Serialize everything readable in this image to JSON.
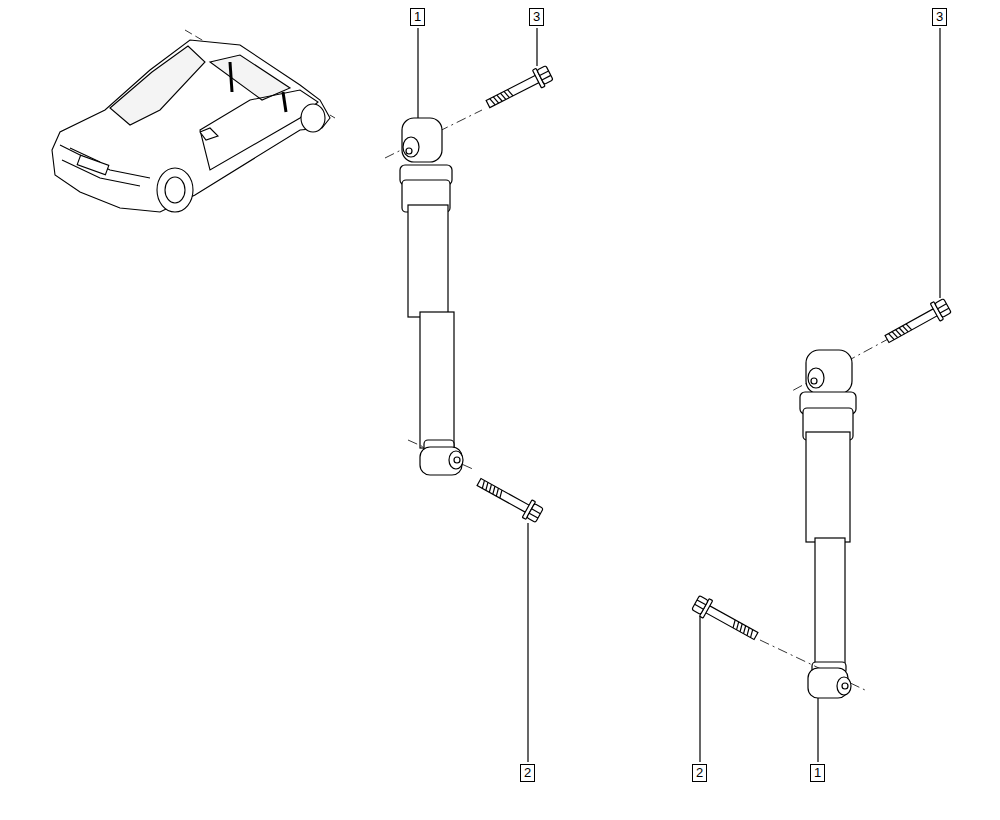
{
  "diagram": {
    "labels": [
      "1",
      "3",
      "3",
      "2",
      "2",
      "1"
    ]
  }
}
